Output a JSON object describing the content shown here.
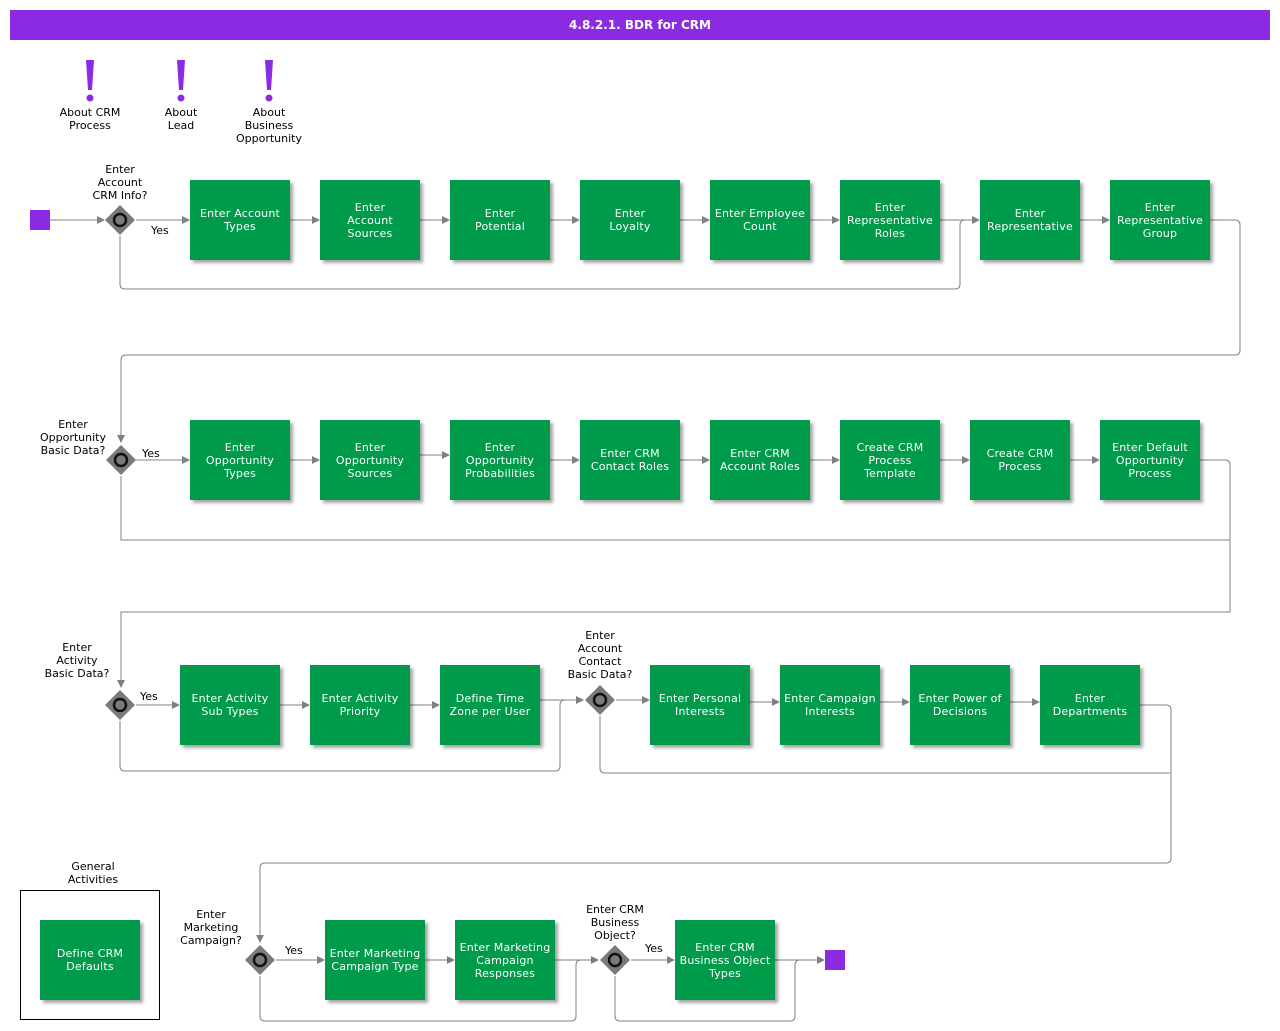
{
  "title": "4.8.2.1. BDR for CRM",
  "notes": [
    "About CRM\nProcess",
    "About\nLead",
    "About\nBusiness\nOpportunity"
  ],
  "gateways": [
    "Enter\nAccount\nCRM Info?",
    "Enter\nOpportunity\nBasic Data?",
    "Enter\nActivity\nBasic Data?",
    "Enter\nAccount\nContact\nBasic Data?",
    "Enter\nMarketing\nCampaign?",
    "Enter CRM\nBusiness\nObject?"
  ],
  "yes_label": "Yes",
  "rows": [
    [
      "Enter Account\nTypes",
      "Enter\nAccount\nSources",
      "Enter\nPotential",
      "Enter\nLoyalty",
      "Enter Employee\nCount",
      "Enter\nRepresentative\nRoles",
      "Enter\nRepresentative",
      "Enter\nRepresentative\nGroup"
    ],
    [
      "Enter\nOpportunity\nTypes",
      "Enter\nOpportunity\nSources",
      "Enter\nOpportunity\nProbabilities",
      "Enter CRM\nContact Roles",
      "Enter CRM\nAccount Roles",
      "Create CRM\nProcess\nTemplate",
      "Create CRM\nProcess",
      "Enter Default\nOpportunity\nProcess"
    ],
    [
      "Enter Activity\nSub Types",
      "Enter Activity\nPriority",
      "Define Time\nZone per User",
      "Enter Personal\nInterests",
      "Enter Campaign\nInterests",
      "Enter Power of\nDecisions",
      "Enter\nDepartments"
    ],
    [
      "Enter Marketing\nCampaign Type",
      "Enter Marketing\nCampaign\nResponses",
      "Enter CRM\nBusiness Object\nTypes"
    ]
  ],
  "general": {
    "label": "General\nActivities",
    "task": "Define CRM\nDefaults"
  },
  "colors": {
    "header": "#8a2be2",
    "task": "#009a4b",
    "event": "#8a2be2",
    "gateway": "#7a7a7a",
    "wire": "#808080"
  }
}
